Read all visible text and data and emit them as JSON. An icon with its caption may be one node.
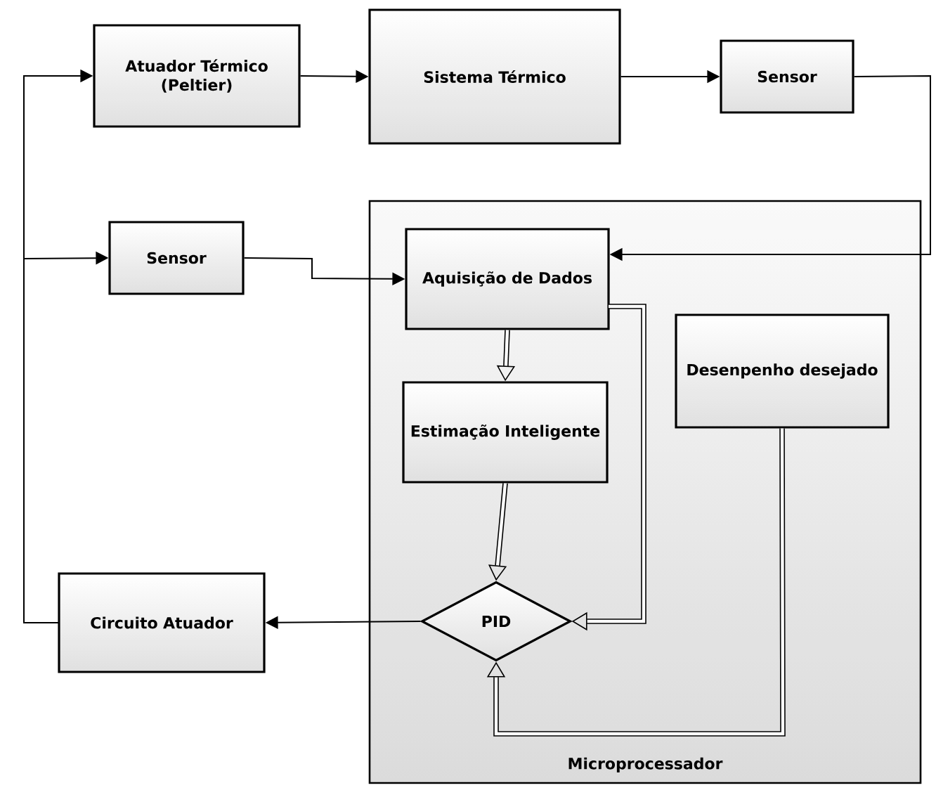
{
  "diagram": {
    "nodes": [
      {
        "text": [
          "Atuador Térmico (Peltier)"
        ]
      },
      {
        "text": [
          "Sistema Térmico"
        ]
      },
      {
        "text": [
          "Sensor"
        ]
      },
      {
        "text": [
          "Sensor"
        ]
      },
      {
        "text": [
          "Microprocessador"
        ]
      },
      {
        "text": [
          "Aquisição de Dados"
        ],
        "in": 4
      },
      {
        "text": [
          "Estimação Inteligente"
        ],
        "in": 4
      },
      {
        "text": [
          "Desenpenho desejado"
        ],
        "in": 4
      },
      {
        "text": [
          "PID"
        ],
        "in": 4
      },
      {
        "text": [
          "Circuito Atuador"
        ]
      }
    ],
    "edges": [
      {
        "from": 0,
        "to": 1,
        "arrow": "to"
      },
      {
        "from": 1,
        "to": 2,
        "arrow": "to"
      },
      {
        "from": 2,
        "to": 5,
        "arrow": "to"
      },
      {
        "from": 9,
        "to": 0,
        "arrow": "to"
      },
      {
        "from": 9,
        "to": 3,
        "arrow": "to"
      },
      {
        "from": 3,
        "to": 5,
        "arrow": "to"
      },
      {
        "from": 5,
        "to": 6,
        "arrow": "to",
        "style": "thick"
      },
      {
        "from": 6,
        "to": 8,
        "arrow": "to",
        "style": "thick"
      },
      {
        "from": 5,
        "to": 8,
        "arrow": "to",
        "style": "thick"
      },
      {
        "from": 7,
        "to": 8,
        "arrow": "to",
        "style": "thick"
      },
      {
        "from": 8,
        "to": 9,
        "arrow": "to"
      }
    ]
  }
}
